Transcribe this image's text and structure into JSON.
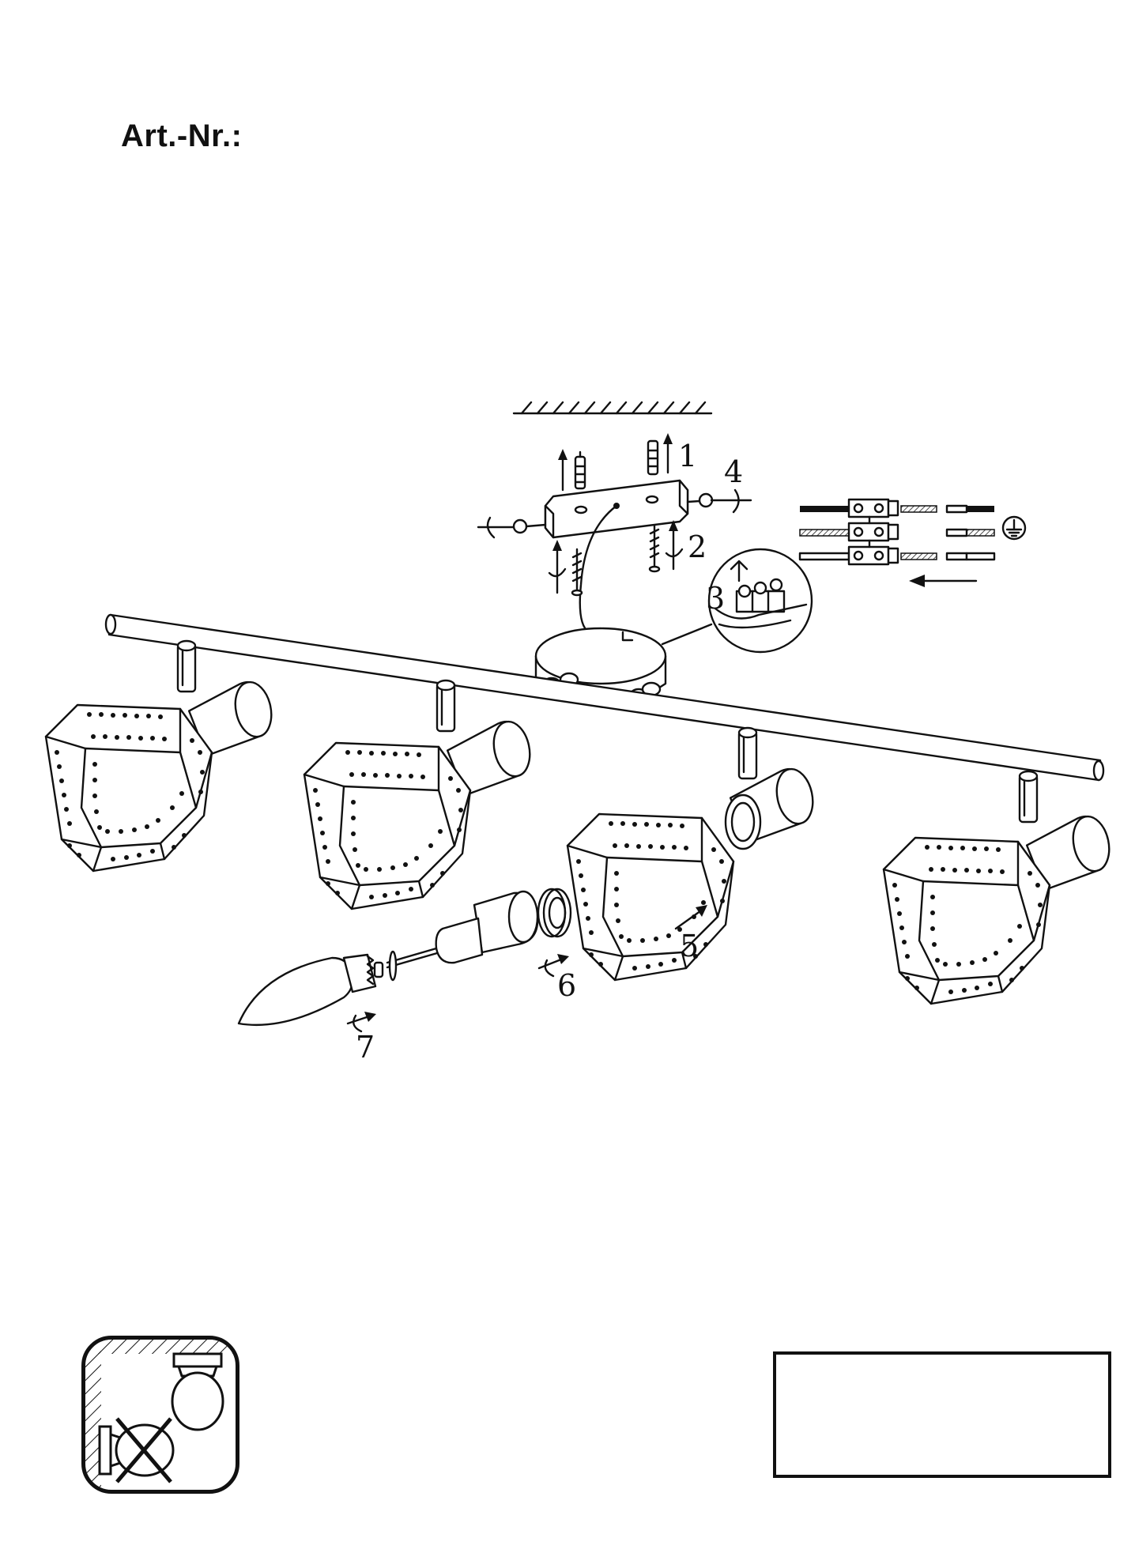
{
  "header": {
    "art_nr_label": "Art.-Nr.:"
  },
  "steps": {
    "s1": "1",
    "s2": "2",
    "s3": "3",
    "s4": "4",
    "s5": "5",
    "s6": "6",
    "s7": "7"
  },
  "icons": {
    "safety_icon": "no-wall-mount-ceiling-only-icon",
    "ground_symbol": "earth-ground-icon",
    "note_box": ""
  }
}
